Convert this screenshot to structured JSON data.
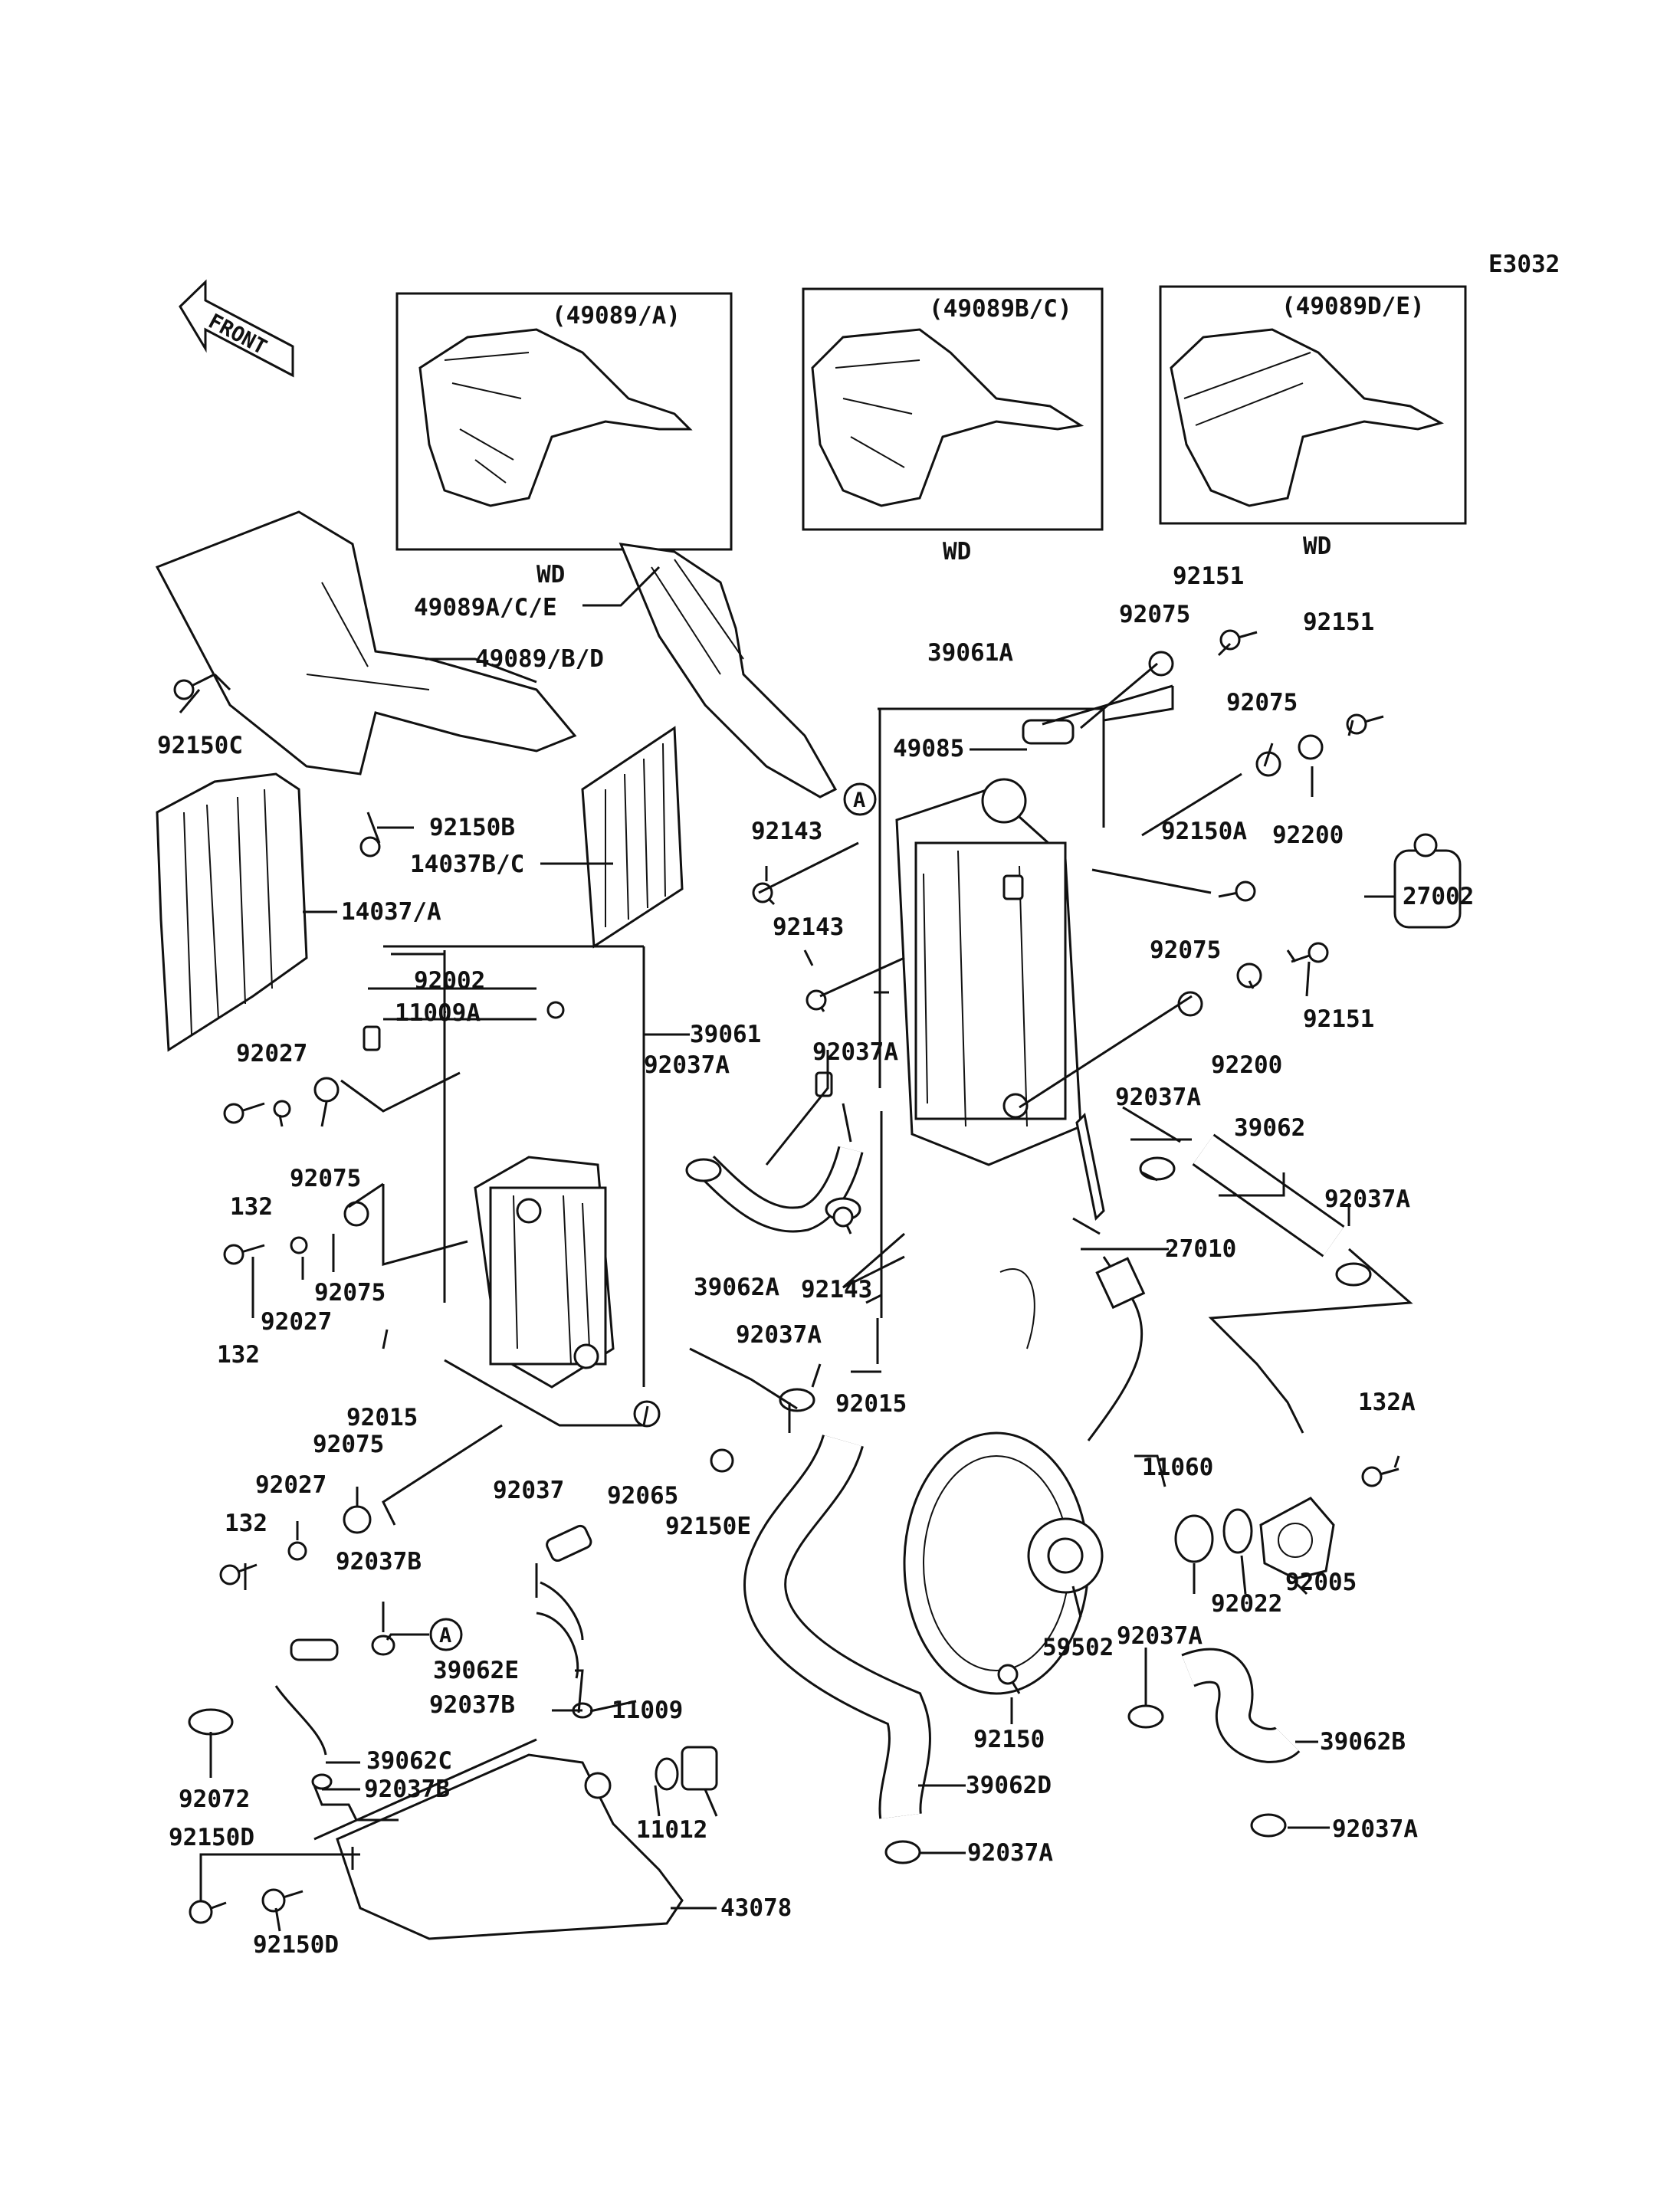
{
  "diagram": {
    "code": "E3032",
    "front_label": "FRONT",
    "callout": "A",
    "insets": [
      {
        "id": "inset-a",
        "label": "(49089/A)",
        "caption": "WD"
      },
      {
        "id": "inset-bc",
        "label": "(49089B/C)",
        "caption": "WD"
      },
      {
        "id": "inset-de",
        "label": "(49089D/E)",
        "caption": "WD"
      }
    ],
    "labels": {
      "p49089ace": "49089A/C/E",
      "p49089bd": "49089/B/D",
      "p92150c": "92150C",
      "p92150b": "92150B",
      "p14037bc": "14037B/C",
      "p14037a": "14037/A",
      "p92151_1": "92151",
      "p92075_1": "92075",
      "p39061a": "39061A",
      "p92151_2": "92151",
      "p92075_2": "92075",
      "p49085": "49085",
      "p92200_1": "92200",
      "p92143_1": "92143",
      "p92150a": "92150A",
      "p27002": "27002",
      "p92143_2": "92143",
      "p92075_3": "92075",
      "p92151_3": "92151",
      "p92002": "92002",
      "p11009a": "11009A",
      "p39061": "39061",
      "p92200_2": "92200",
      "p92037a_1": "92037A",
      "p92037a_2": "92037A",
      "p92027_1": "92027",
      "p92037a_3": "92037A",
      "p39062": "39062",
      "p132_1": "132",
      "p92075_4": "92075",
      "p92037a_4": "92037A",
      "p27010": "27010",
      "p39062a": "39062A",
      "p92143_3": "92143",
      "p92075_5": "92075",
      "p92027_2": "92027",
      "p132_2": "132",
      "p92037a_5": "92037A",
      "p92015_1": "92015",
      "p92015_2": "92015",
      "p132a": "132A",
      "p92075_6": "92075",
      "p11060": "11060",
      "p92037": "92037",
      "p92065": "92065",
      "p92027_3": "92027",
      "p92150e": "92150E",
      "p132_3": "132",
      "p92037b_1": "92037B",
      "p92005": "92005",
      "p92022": "92022",
      "p59502": "59502",
      "p92037a_6": "92037A",
      "p39062e": "39062E",
      "p92037b_2": "92037B",
      "p11009": "11009",
      "p39062b": "39062B",
      "p39062c": "39062C",
      "p92150": "92150",
      "p92037b_3": "92037B",
      "p39062d": "39062D",
      "p92072": "92072",
      "p11012": "11012",
      "p92037a_7": "92037A",
      "p92150d_1": "92150D",
      "p92037a_8": "92037A",
      "p43078": "43078",
      "p92150d_2": "92150D"
    }
  }
}
